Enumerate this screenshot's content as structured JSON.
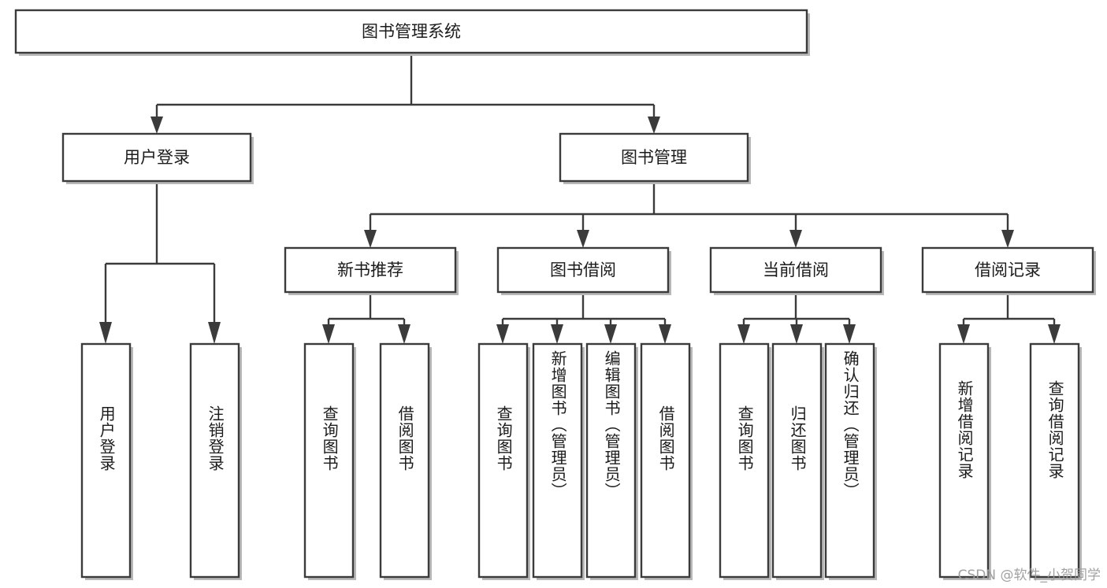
{
  "diagram": {
    "type": "tree",
    "title": "图书管理系统",
    "root": {
      "id": "root",
      "label": "图书管理系统"
    },
    "level1": [
      {
        "id": "user-login",
        "label": "用户登录"
      },
      {
        "id": "book-manage",
        "label": "图书管理"
      }
    ],
    "level2": [
      {
        "id": "new-book-recommend",
        "label": "新书推荐",
        "parent": "book-manage"
      },
      {
        "id": "book-borrow",
        "label": "图书借阅",
        "parent": "book-manage"
      },
      {
        "id": "current-borrow",
        "label": "当前借阅",
        "parent": "book-manage"
      },
      {
        "id": "borrow-record",
        "label": "借阅记录",
        "parent": "book-manage"
      }
    ],
    "leaves": [
      {
        "id": "leaf-user-login",
        "label": "用户登录",
        "parent": "user-login"
      },
      {
        "id": "leaf-user-logout",
        "label": "注销登录",
        "parent": "user-login"
      },
      {
        "id": "leaf-query-book-1",
        "label": "查询图书",
        "parent": "new-book-recommend"
      },
      {
        "id": "leaf-borrow-book-1",
        "label": "借阅图书",
        "parent": "new-book-recommend"
      },
      {
        "id": "leaf-query-book-2",
        "label": "查询图书",
        "parent": "book-borrow"
      },
      {
        "id": "leaf-add-book",
        "label": "新增图书（管理员）",
        "parent": "book-borrow"
      },
      {
        "id": "leaf-edit-book",
        "label": "编辑图书（管理员）",
        "parent": "book-borrow"
      },
      {
        "id": "leaf-borrow-book-2",
        "label": "借阅图书",
        "parent": "book-borrow"
      },
      {
        "id": "leaf-query-book-3",
        "label": "查询图书",
        "parent": "current-borrow"
      },
      {
        "id": "leaf-return-book",
        "label": "归还图书",
        "parent": "current-borrow"
      },
      {
        "id": "leaf-confirm-return",
        "label": "确认归还（管理员）",
        "parent": "current-borrow"
      },
      {
        "id": "leaf-add-record",
        "label": "新增借阅记录",
        "parent": "borrow-record"
      },
      {
        "id": "leaf-query-record",
        "label": "查询借阅记录",
        "parent": "borrow-record"
      }
    ],
    "colors": {
      "stroke": "#3b3b3b",
      "fill": "#ffffff",
      "text": "#1b1b1b",
      "watermark": "#9a9a9a"
    }
  },
  "watermark": {
    "text": "CSDN @软件_小贺同学"
  }
}
